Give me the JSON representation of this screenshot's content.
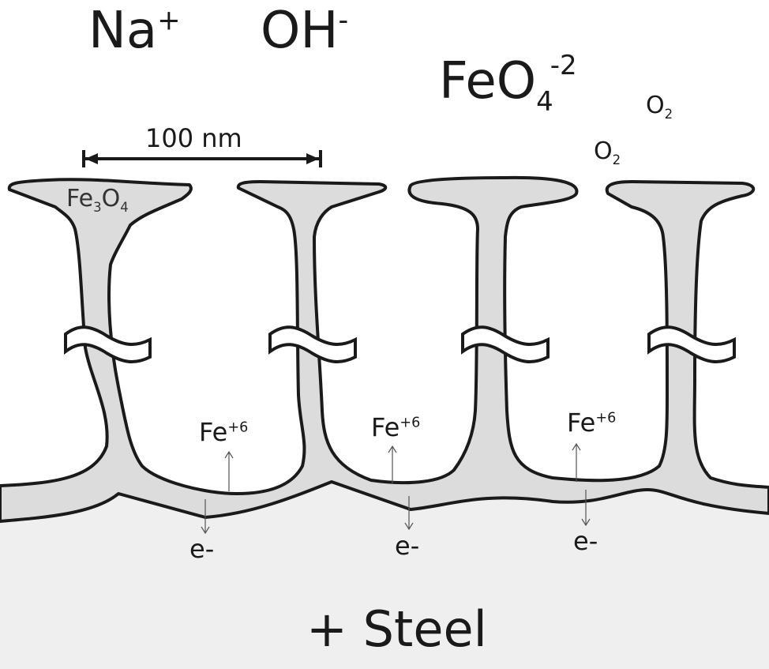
{
  "ions": {
    "na": {
      "base": "Na",
      "sup": "+"
    },
    "oh": {
      "base": "OH",
      "sup": "-"
    },
    "ferrate": {
      "base": "FeO",
      "sub": "4",
      "sup": "-2"
    },
    "oxygen_1": {
      "base": "O",
      "sub": "2"
    },
    "oxygen_2": {
      "base": "O",
      "sub": "2"
    }
  },
  "scale_bar": {
    "label": "100 nm"
  },
  "oxide": {
    "base1": "Fe",
    "sub1": "3",
    "base2": "O",
    "sub2": "4"
  },
  "reactions": [
    {
      "ion": "Fe",
      "charge": "+6",
      "electron": "e-"
    },
    {
      "ion": "Fe",
      "charge": "+6",
      "electron": "e-"
    },
    {
      "ion": "Fe",
      "charge": "+6",
      "electron": "e-"
    }
  ],
  "substrate": {
    "label": "+ Steel"
  },
  "colors": {
    "oxide": "#dcdcdc",
    "steel": "#efefef",
    "outline": "#1a1a1a"
  }
}
